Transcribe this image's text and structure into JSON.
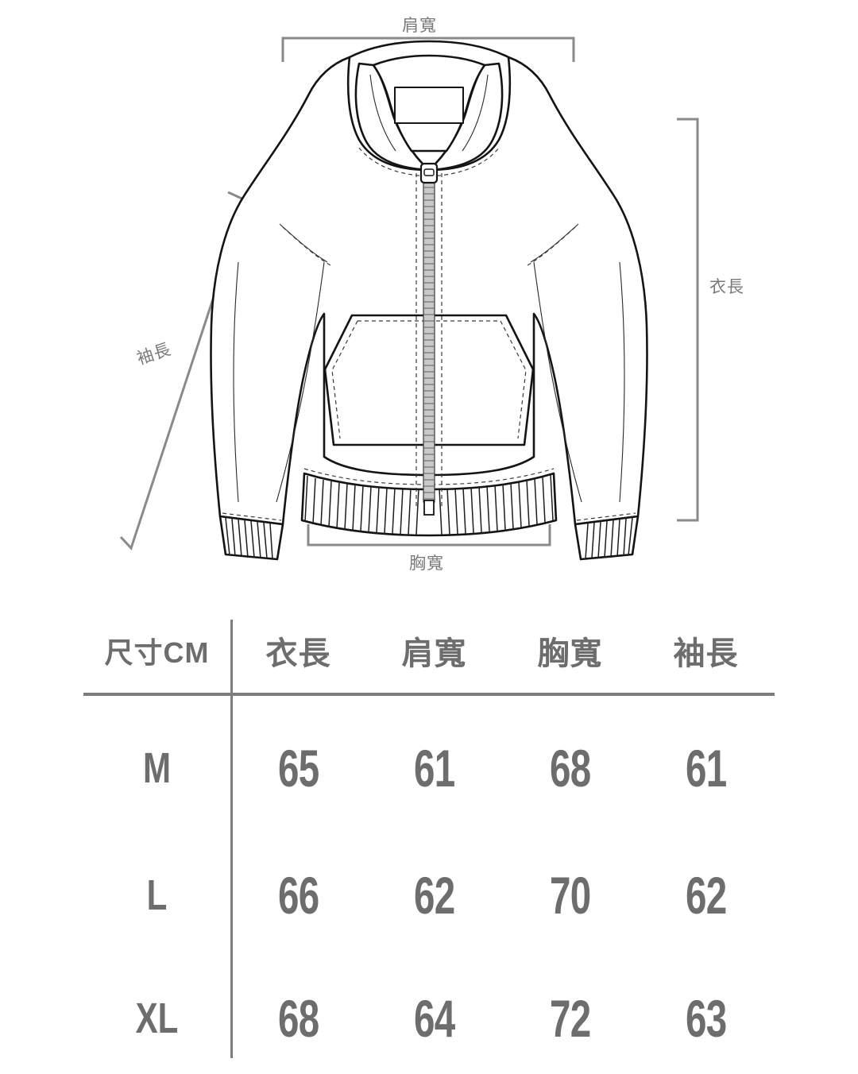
{
  "illustration": {
    "garment": "zip-up-hoodie-technical-flat",
    "measurements": [
      {
        "id": "shoulder",
        "label": "肩寬",
        "position": "top"
      },
      {
        "id": "length",
        "label": "衣長",
        "position": "right"
      },
      {
        "id": "sleeve",
        "label": "袖長",
        "position": "left-diagonal"
      },
      {
        "id": "chest",
        "label": "胸寬",
        "position": "bottom"
      }
    ],
    "line_color": "#1a1a1a",
    "guide_color": "#8a8a8a"
  },
  "size_table": {
    "headers": [
      "尺寸CM",
      "衣長",
      "肩寬",
      "胸寬",
      "袖長"
    ],
    "rows": [
      {
        "size": "M",
        "values": [
          "65",
          "61",
          "68",
          "61"
        ]
      },
      {
        "size": "L",
        "values": [
          "66",
          "62",
          "70",
          "62"
        ]
      },
      {
        "size": "XL",
        "values": [
          "68",
          "64",
          "72",
          "63"
        ]
      }
    ],
    "text_color": "#6d6d6d",
    "rule_color": "#7d7d7d"
  },
  "chart_data": {
    "type": "table",
    "title": "尺寸CM",
    "categories": [
      "M",
      "L",
      "XL"
    ],
    "columns": [
      "衣長",
      "肩寬",
      "胸寬",
      "袖長"
    ],
    "series": [
      {
        "name": "衣長",
        "values": [
          65,
          66,
          68
        ]
      },
      {
        "name": "肩寬",
        "values": [
          61,
          62,
          64
        ]
      },
      {
        "name": "胸寬",
        "values": [
          68,
          70,
          72
        ]
      },
      {
        "name": "袖長",
        "values": [
          61,
          62,
          63
        ]
      }
    ],
    "unit": "cm"
  }
}
